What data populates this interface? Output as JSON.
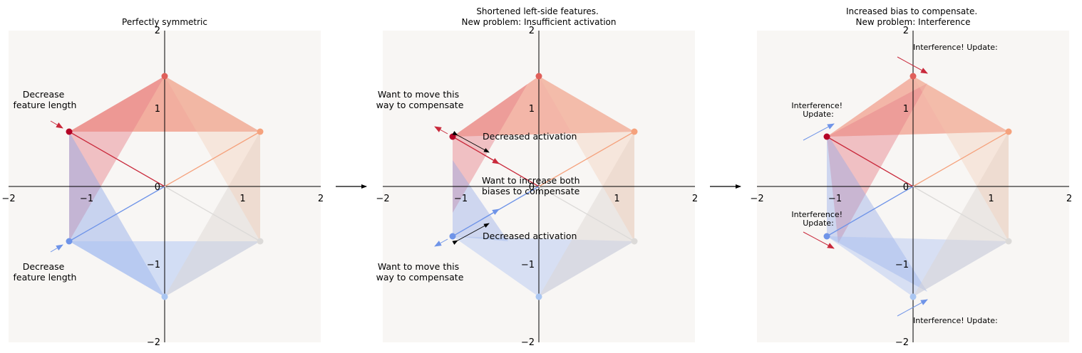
{
  "colors": {
    "bg": "#f8f6f4",
    "red_dark": "#b40426",
    "red": "#c9293b",
    "red_mid": "#e0605a",
    "orange": "#f5a27d",
    "peach": "#f2c7aa",
    "grey": "#dcdad8",
    "blue_light": "#aac6f2",
    "blue": "#6f94e8",
    "blue_mid": "#4d7bd9"
  },
  "axes": {
    "xlim": [
      -2,
      2
    ],
    "ylim": [
      -2,
      2
    ],
    "xticks": [
      "−2",
      "−1",
      "0",
      "1",
      "2"
    ],
    "yticks": [
      "−2",
      "−1",
      "0",
      "1",
      "2"
    ]
  },
  "panels": [
    {
      "title_lines": [
        "Perfectly symmetric"
      ],
      "annotations": [
        {
          "lines": [
            "Decrease",
            "feature length"
          ]
        },
        {
          "lines": [
            "Decrease",
            "feature length"
          ]
        }
      ]
    },
    {
      "title_lines": [
        "Shortened left-side features.",
        "New problem: Insufficient activation"
      ],
      "annotations": [
        {
          "lines": [
            "Want to move this",
            "way to compensate"
          ]
        },
        {
          "lines": [
            "Decreased activation"
          ]
        },
        {
          "lines": [
            "Want to increase both",
            "biases to compensate"
          ]
        },
        {
          "lines": [
            "Decreased activation"
          ]
        },
        {
          "lines": [
            "Want to move this",
            "way to compensate"
          ]
        }
      ]
    },
    {
      "title_lines": [
        "Increased bias to compensate.",
        "New problem: Interference"
      ],
      "annotations": [
        {
          "lines": [
            "Interference! Update:"
          ]
        },
        {
          "lines": [
            "Interference!",
            "Update:"
          ]
        },
        {
          "lines": [
            "Interference!",
            "Update:"
          ]
        },
        {
          "lines": [
            "Interference! Update:"
          ]
        }
      ]
    }
  ]
}
